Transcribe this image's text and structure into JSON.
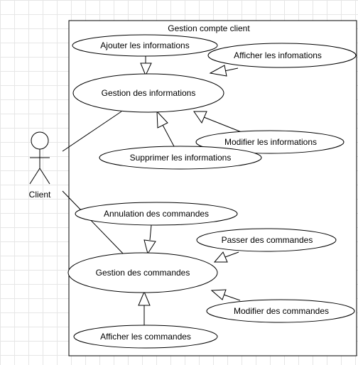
{
  "system": {
    "title": "Gestion compte client"
  },
  "actor": {
    "label": "Client"
  },
  "use_cases": {
    "ajouter_informations": "Ajouter les informations",
    "afficher_infomations": "Afficher les infomations",
    "gestion_informations": "Gestion des informations",
    "modifier_informations": "Modifier les informations",
    "supprimer_informations": "Supprimer les informations",
    "annulation_commandes": "Annulation des commandes",
    "passer_commandes": "Passer des commandes",
    "gestion_commandes": "Gestion des commandes",
    "modifier_commandes": "Modifier des commandes",
    "afficher_commandes": "Afficher les commandes"
  }
}
